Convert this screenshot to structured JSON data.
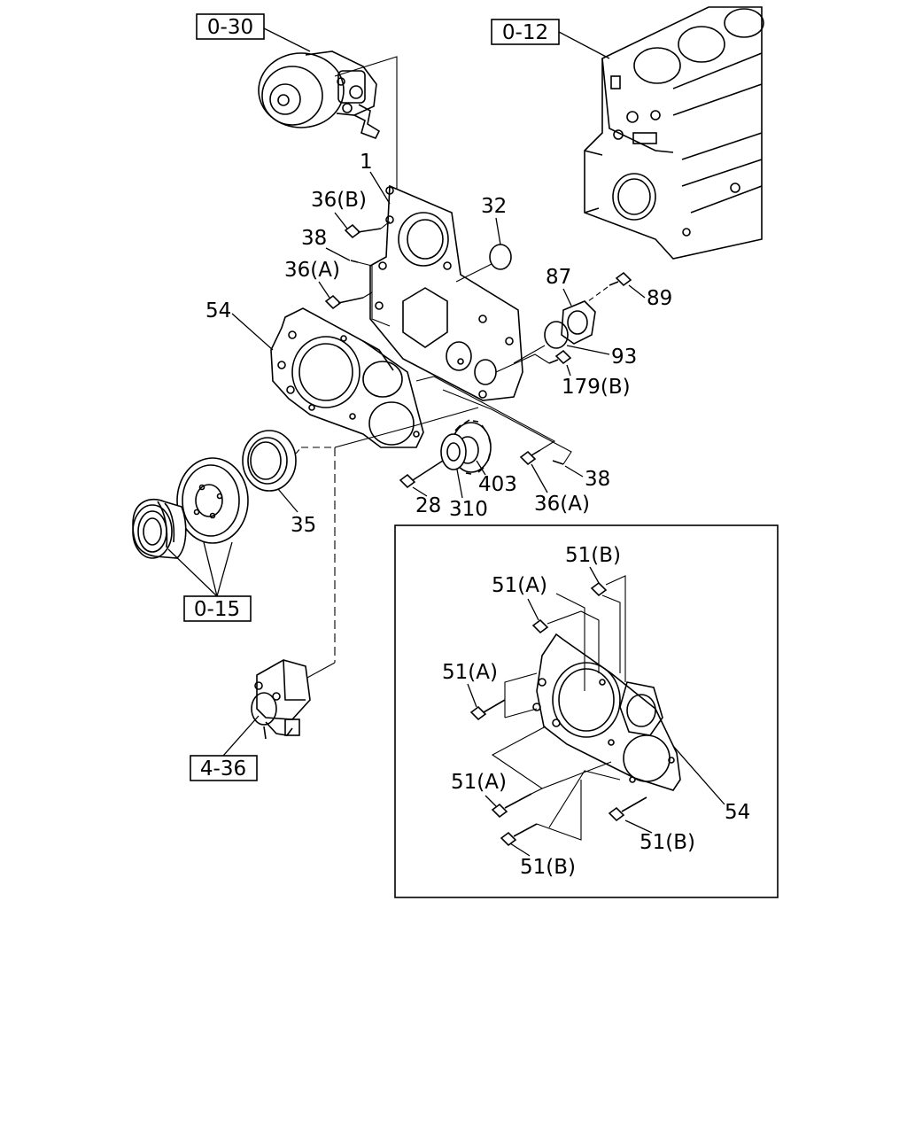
{
  "refs": {
    "water_pump": "0-30",
    "cylinder_block": "0-12",
    "crank_pulley": "0-15",
    "oil_pump": "4-36"
  },
  "callouts": {
    "front_cover": "1",
    "bolt_36b": "36(B)",
    "pin_38_top": "38",
    "bolt_36a_top": "36(A)",
    "oring_32": "32",
    "plate_87": "87",
    "bolt_89": "89",
    "gasket_93": "93",
    "bolt_179b": "179(B)",
    "rear_plate_54": "54",
    "oil_seal_35": "35",
    "bolt_28": "28",
    "gear_310": "310",
    "gear_403": "403",
    "bolt_36a_bottom": "36(A)",
    "pin_38_bottom": "38"
  },
  "detail": {
    "bolt_51b_top": "51(B)",
    "bolt_51a_top": "51(A)",
    "bolt_51a_left": "51(A)",
    "bolt_51a_lower": "51(A)",
    "bolt_51b_bottom": "51(B)",
    "bolt_51b_right": "51(B)",
    "plate_54": "54"
  }
}
